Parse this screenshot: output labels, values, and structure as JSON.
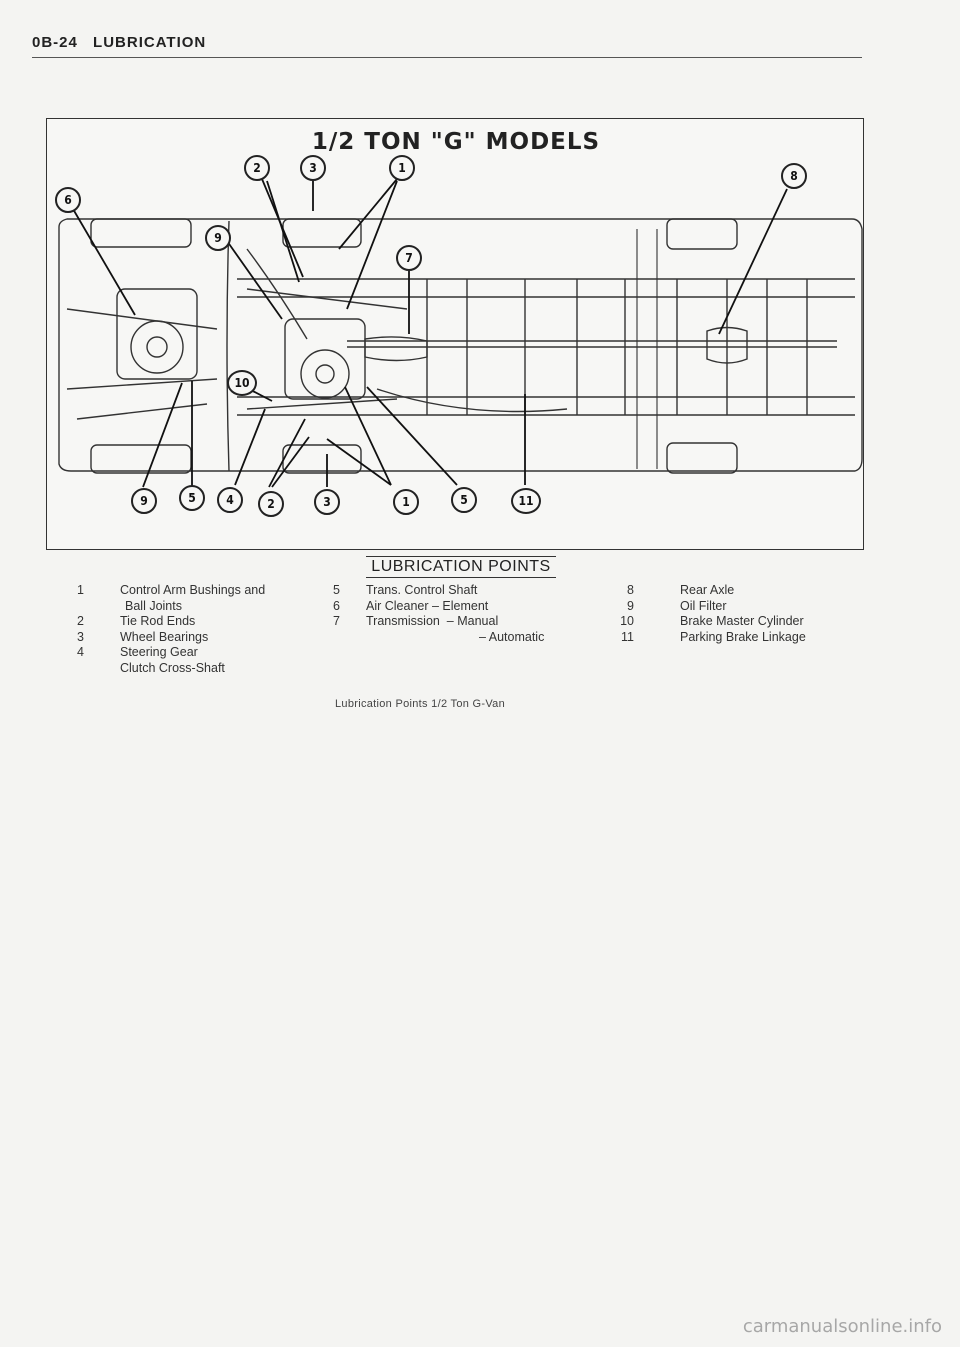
{
  "header": {
    "code": "0B-24",
    "section": "LUBRICATION"
  },
  "figure": {
    "title": "1/2 TON \"G\" MODELS",
    "callouts": [
      "2",
      "3",
      "1",
      "8",
      "6",
      "9",
      "7",
      "10",
      "9",
      "5",
      "4",
      "2",
      "3",
      "1",
      "5",
      "11"
    ]
  },
  "legend": {
    "heading": "LUBRICATION POINTS",
    "col1": [
      {
        "num": "1",
        "text": "Control Arm Bushings and"
      },
      {
        "num": "",
        "text": "Ball Joints"
      },
      {
        "num": "2",
        "text": "Tie Rod Ends"
      },
      {
        "num": "3",
        "text": "Wheel Bearings"
      },
      {
        "num": "4",
        "text": "Steering Gear"
      },
      {
        "num": "",
        "text": "Clutch Cross-Shaft"
      }
    ],
    "col2": [
      {
        "num": "5",
        "text": "Trans. Control Shaft"
      },
      {
        "num": "6",
        "text": "Air Cleaner – Element"
      },
      {
        "num": "7",
        "text": "Transmission  – Manual"
      },
      {
        "num": "",
        "text": "– Automatic"
      }
    ],
    "col3": [
      {
        "num": "8",
        "text": "Rear Axle"
      },
      {
        "num": "9",
        "text": "Oil Filter"
      },
      {
        "num": "10",
        "text": "Brake Master Cylinder"
      },
      {
        "num": "11",
        "text": "Parking Brake Linkage"
      }
    ]
  },
  "caption": "Lubrication Points 1/2 Ton G-Van",
  "footer": "carmanualsonline.info"
}
